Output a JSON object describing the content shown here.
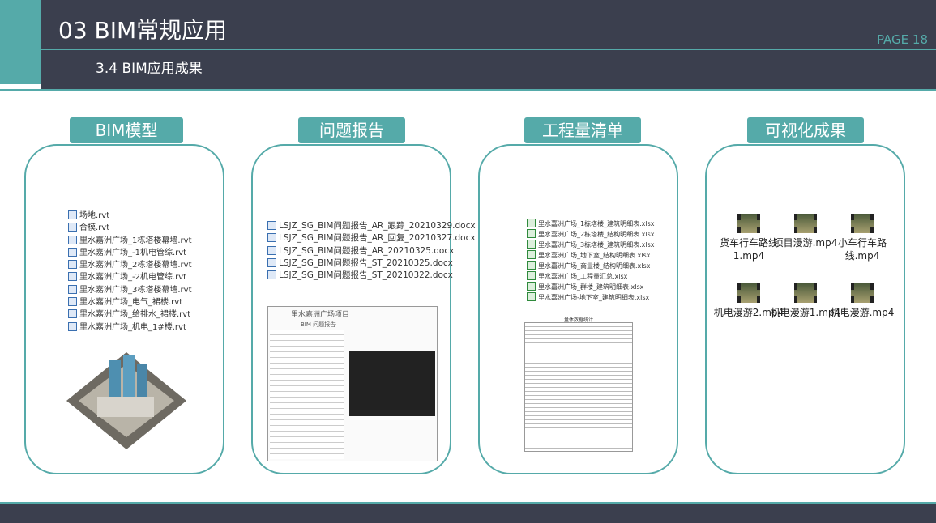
{
  "header": {
    "title": "03  BIM常规应用",
    "page": "PAGE 18",
    "subtitle": "3.4  BIM应用成果"
  },
  "sections": [
    {
      "label": "BIM模型",
      "files": [
        "场地.rvt",
        "合模.rvt",
        "里水嘉洲广场_1栋塔楼幕墙.rvt",
        "里水嘉洲广场_-1机电管综.rvt",
        "里水嘉洲广场_2栋塔楼幕墙.rvt",
        "里水嘉洲广场_-2机电管综.rvt",
        "里水嘉洲广场_3栋塔楼幕墙.rvt",
        "里水嘉洲广场_电气_裙楼.rvt",
        "里水嘉洲广场_给排水_裙楼.rvt",
        "里水嘉洲广场_机电_1#楼.rvt"
      ]
    },
    {
      "label": "问题报告",
      "files": [
        "LSJZ_SG_BIM问题报告_AR_跟踪_20210329.docx",
        "LSJZ_SG_BIM问题报告_AR_回复_20210327.docx",
        "LSJZ_SG_BIM问题报告_AR_20210325.docx",
        "LSJZ_SG_BIM问题报告_ST_20210325.docx",
        "LSJZ_SG_BIM问题报告_ST_20210322.docx"
      ],
      "doc_title": "里水嘉洲广场项目",
      "doc_subtitle": "BIM 问题报告"
    },
    {
      "label": "工程量清单",
      "files": [
        "里水嘉洲广场_1栋塔楼_建筑明细表.xlsx",
        "里水嘉洲广场_2栋塔楼_结构明细表.xlsx",
        "里水嘉洲广场_3栋塔楼_建筑明细表.xlsx",
        "里水嘉洲广场_地下室_结构明细表.xlsx",
        "里水嘉洲广场_商业楼_结构明细表.xlsx",
        "里水嘉洲广场_工程量汇总.xlsx",
        "里水嘉洲广场_群楼_建筑明细表.xlsx",
        "里水嘉洲广场-地下室_建筑明细表.xlsx"
      ],
      "sheet_title": "量体数据统计"
    },
    {
      "label": "可视化成果",
      "videos": [
        "货车行车路线1.mp4",
        "项目漫游.mp4",
        "小车行车路线.mp4",
        "机电漫游2.mp4",
        "机电漫游1.mp4",
        "机电漫游.mp4"
      ]
    }
  ],
  "colors": {
    "dark": "#3b3f4e",
    "teal": "#55aaa9"
  }
}
